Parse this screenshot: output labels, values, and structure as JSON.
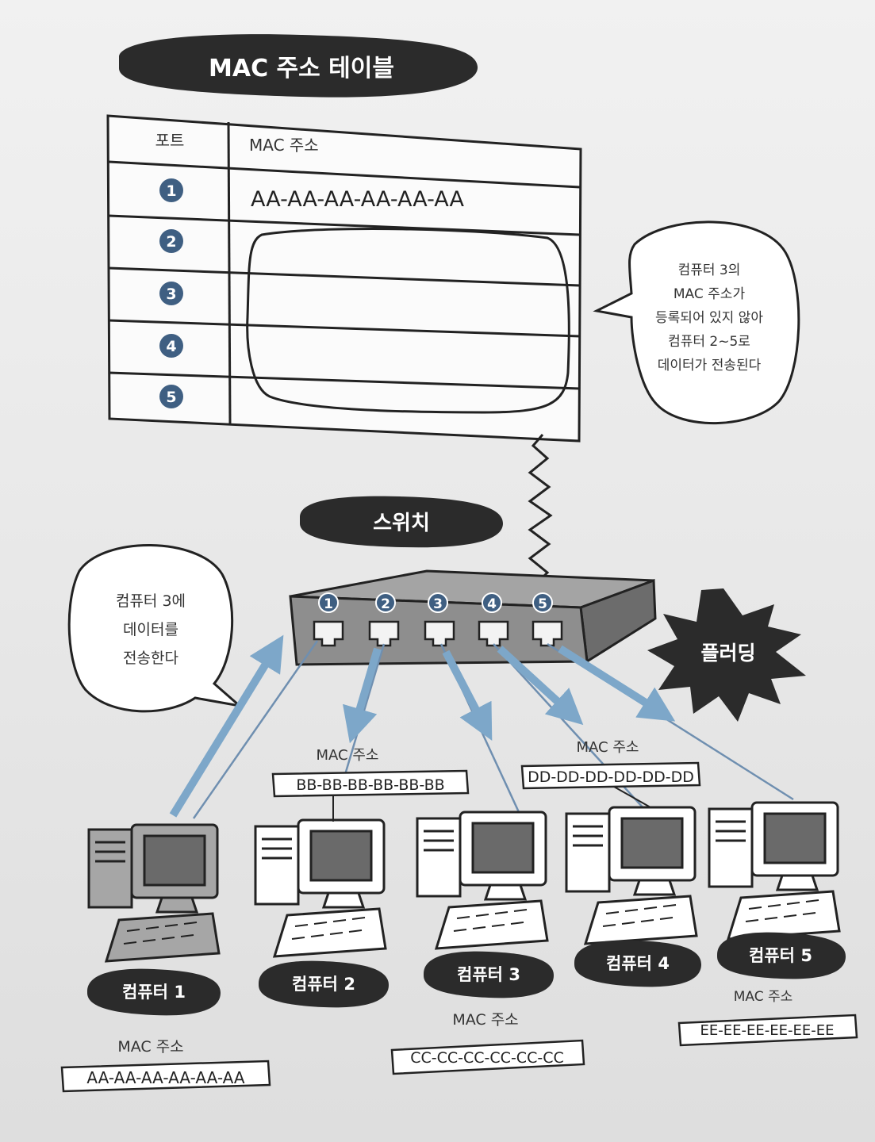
{
  "title": "MAC 주소 테이블",
  "table": {
    "header_port": "포트",
    "header_mac": "MAC 주소",
    "rows": [
      {
        "port": "1",
        "mac": "AA-AA-AA-AA-AA-AA"
      },
      {
        "port": "2",
        "mac": ""
      },
      {
        "port": "3",
        "mac": ""
      },
      {
        "port": "4",
        "mac": ""
      },
      {
        "port": "5",
        "mac": ""
      }
    ]
  },
  "bubble_right": [
    "컴퓨터 3의",
    "MAC 주소가",
    "등록되어 있지 않아",
    "컴퓨터 2~5로",
    "데이터가 전송된다"
  ],
  "bubble_left": [
    "컴퓨터 3에",
    "데이터를",
    "전송한다"
  ],
  "switch_label": "스위치",
  "flooding_label": "플러딩",
  "switch_ports": [
    "1",
    "2",
    "3",
    "4",
    "5"
  ],
  "computers": [
    {
      "name": "컴퓨터 1",
      "mac_label": "MAC 주소",
      "mac": "AA-AA-AA-AA-AA-AA"
    },
    {
      "name": "컴퓨터 2",
      "mac_label": "MAC 주소",
      "mac": "BB-BB-BB-BB-BB-BB"
    },
    {
      "name": "컴퓨터 3",
      "mac_label": "MAC 주소",
      "mac": "CC-CC-CC-CC-CC-CC"
    },
    {
      "name": "컴퓨터 4",
      "mac_label": "MAC 주소",
      "mac": "DD-DD-DD-DD-DD-DD"
    },
    {
      "name": "컴퓨터 5",
      "mac_label": "MAC 주소",
      "mac": "EE-EE-EE-EE-EE-EE"
    }
  ],
  "colors": {
    "arrow": "#7da7c9",
    "dark": "#2b2b2b",
    "port_badge": "#3f5f82",
    "switch_body": "#8e8e8e"
  }
}
